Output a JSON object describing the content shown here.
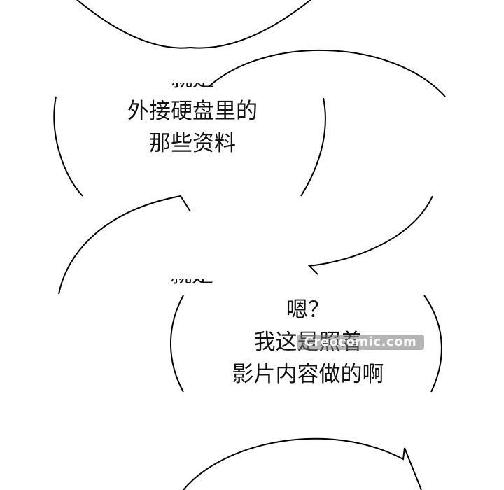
{
  "bubbles": [
    {
      "partial_top": "就是",
      "lines": [
        "外接硬盘里的",
        "那些资料"
      ]
    },
    {
      "partial_top": "就是",
      "lines": []
    },
    {
      "partial_top": "",
      "lines": [
        "嗯？",
        "我这是照着",
        "影片内容做的啊"
      ]
    }
  ],
  "watermark": "Creocomic.com"
}
